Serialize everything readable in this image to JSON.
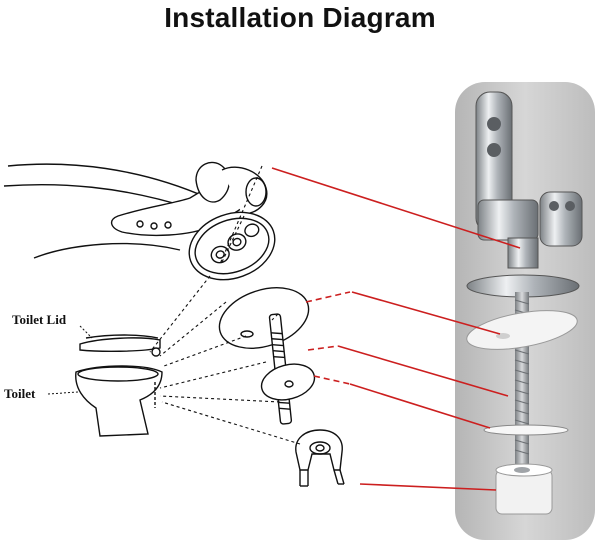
{
  "title": "Installation Diagram",
  "labels": {
    "toilet_lid": "Toilet Lid",
    "toilet": "Toilet"
  },
  "colors": {
    "leader_red": "#cc1f1f",
    "line_black": "#111111",
    "photo_panel": "#c9c9c9",
    "chrome": "#b8bcc0"
  }
}
